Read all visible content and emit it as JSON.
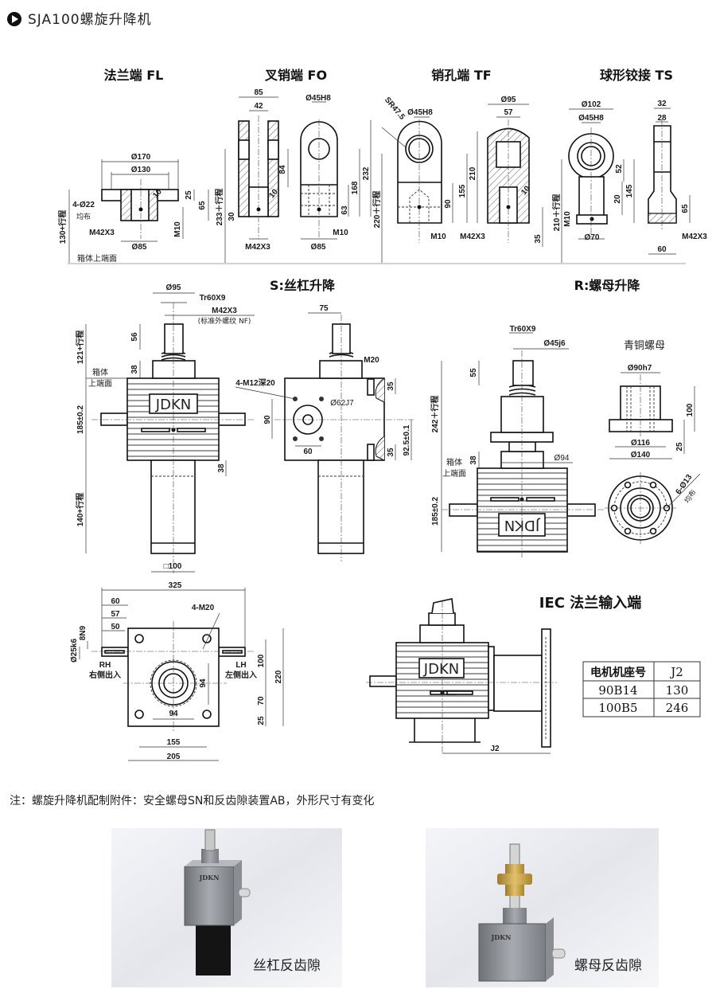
{
  "header": {
    "title": "SJA100螺旋升降机",
    "icon": "play-circle-icon"
  },
  "end_fittings": {
    "surface_label": "箱体上端面",
    "fl": {
      "title": "法兰端 FL",
      "dims": [
        "Ø170",
        "Ø130",
        "4-Ø22",
        "均布",
        "25",
        "65",
        "M10",
        "M42X3",
        "Ø85",
        "130+行程",
        "10"
      ]
    },
    "fo": {
      "title": "叉销端 FO",
      "dims": [
        "85",
        "42",
        "84",
        "233＋行程",
        "30",
        "M42X3",
        "10",
        "Ø45H8",
        "232",
        "168",
        "63",
        "M10",
        "Ø85"
      ]
    },
    "tf": {
      "title": "销孔端 TF",
      "dims": [
        "SR47.5",
        "Ø45H8",
        "210",
        "155",
        "90",
        "M10",
        "M42X3",
        "220＋行程",
        "Ø95",
        "57",
        "10",
        "35"
      ]
    },
    "ts": {
      "title": "球形铰接 TS",
      "dims": [
        "Ø102",
        "Ø45H8",
        "52",
        "145",
        "20",
        "210＋行程",
        "M10",
        "Ø70",
        "32",
        "28",
        "65",
        "M42X3",
        "60"
      ]
    }
  },
  "screw_lift": {
    "title": "S:丝杠升降",
    "labels": [
      "Ø95",
      "Tr60X9",
      "M42X3",
      "(标准外螺纹 NF)",
      "56",
      "121+行程",
      "38",
      "箱体",
      "上端面",
      "JDKN",
      "185±0.2",
      "38",
      "140+行程",
      "□100",
      "75",
      "M20",
      "4-M12深20",
      "Ø62J7",
      "90",
      "60",
      "35",
      "35",
      "92.5±0.1"
    ]
  },
  "nut_lift": {
    "title": "R:螺母升降",
    "labels": [
      "Tr60X9",
      "Ø45j6",
      "55",
      "242＋行程",
      "38",
      "Ø94",
      "箱体",
      "上端面",
      "185±0.2",
      "JDKN",
      "青铜螺母",
      "Ø90h7",
      "100",
      "25",
      "Ø116",
      "Ø140",
      "6-Ø13",
      "均布"
    ]
  },
  "top_view": {
    "labels": [
      "325",
      "60",
      "57",
      "50",
      "8N9",
      "Ø25k6",
      "RH",
      "右侧出入",
      "LH",
      "左侧出入",
      "4-M20",
      "100",
      "220",
      "94",
      "70",
      "25",
      "94",
      "155",
      "205"
    ]
  },
  "iec": {
    "title": "IEC 法兰输入端",
    "logo": "JDKN",
    "dim": "J2",
    "table": {
      "headers": [
        "电机机座号",
        "J2"
      ],
      "rows": [
        [
          "90B14",
          "130"
        ],
        [
          "100B5",
          "246"
        ]
      ]
    }
  },
  "note": "注：螺旋升降机配制附件：安全螺母SN和反齿隙装置AB，外形尺寸有变化",
  "photos": [
    {
      "caption": "丝杠反齿隙",
      "logo": "JDKN"
    },
    {
      "caption": "螺母反齿隙",
      "logo": "JDKN"
    }
  ],
  "colors": {
    "line": "#111111",
    "bronze": "#c9a24a",
    "tube": "#141414",
    "body": "#8e9196"
  }
}
